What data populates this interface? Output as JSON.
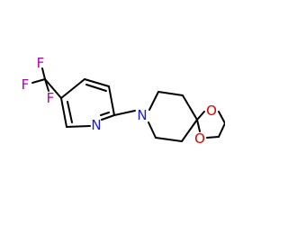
{
  "structure": {
    "atoms": {
      "F_top": {
        "label": "F",
        "color": "#b000b0"
      },
      "F_left": {
        "label": "F",
        "color": "#b000b0"
      },
      "F_bottom": {
        "label": "F",
        "color": "#b000b0"
      },
      "N_pyridine": {
        "label": "N",
        "color": "#1a1ad6"
      },
      "N_piperidine": {
        "label": "N",
        "color": "#1a1ad6"
      },
      "O_top": {
        "label": "O",
        "color": "#e00000"
      },
      "O_bottom": {
        "label": "O",
        "color": "#e00000"
      }
    },
    "bond_color": "#000000"
  }
}
